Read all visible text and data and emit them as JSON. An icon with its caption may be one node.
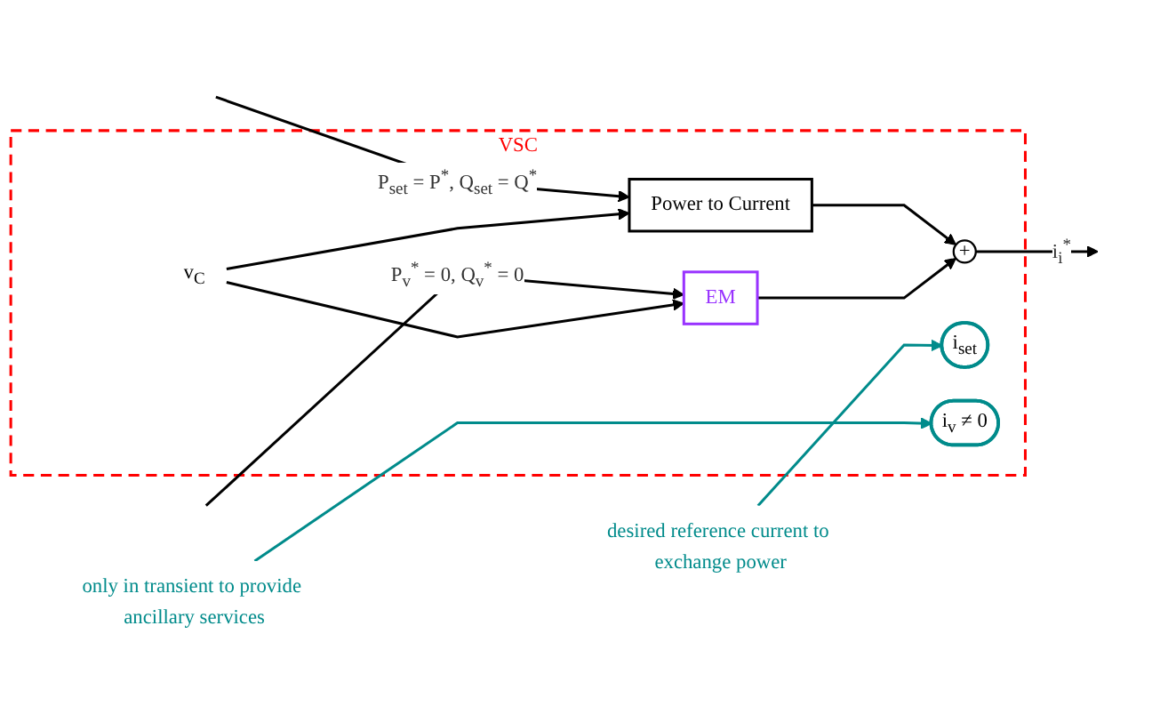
{
  "diagram": {
    "nodes": [
      {
        "text": [
          "VSC"
        ]
      },
      {
        "text": [
          "Power to Current"
        ],
        "in": 0
      },
      {
        "text": [
          "EM"
        ],
        "in": 0
      },
      {
        "text": [
          "+"
        ],
        "in": 0
      },
      {
        "text": [
          "i$_{set}$"
        ],
        "in": 0
      },
      {
        "text": [
          "i$_{v}$ ≠ 0"
        ],
        "in": 0
      },
      {
        "text": [
          "v$_{C}$"
        ],
        "in": 0
      },
      {
        "text": [
          "desired reference current to exchange power"
        ]
      },
      {
        "text": [
          "only in transient to provide ancillary services"
        ]
      }
    ],
    "edges": [
      {
        "from": null,
        "to": 1,
        "arrow": "to",
        "label": "P$_{set}$ = P$^{*}$, Q$_{set}$ = Q$^{*}$"
      },
      {
        "from": null,
        "to": 2,
        "arrow": "to",
        "label": "P$_{v}$$^{*}$ = 0, Q$_{v}$$^{*}$ = 0"
      },
      {
        "from": 6,
        "to": 1,
        "arrow": "to"
      },
      {
        "from": 6,
        "to": 2,
        "arrow": "to"
      },
      {
        "from": 1,
        "to": 3,
        "arrow": "to"
      },
      {
        "from": 2,
        "to": 3,
        "arrow": "to"
      },
      {
        "from": 3,
        "to": null,
        "arrow": "to",
        "label": "i$_{i}$$^{*}$"
      },
      {
        "from": 7,
        "to": 4,
        "arrow": "to",
        "color": "#008b8b"
      },
      {
        "from": 8,
        "to": 5,
        "arrow": "to",
        "color": "#008b8b"
      }
    ]
  }
}
